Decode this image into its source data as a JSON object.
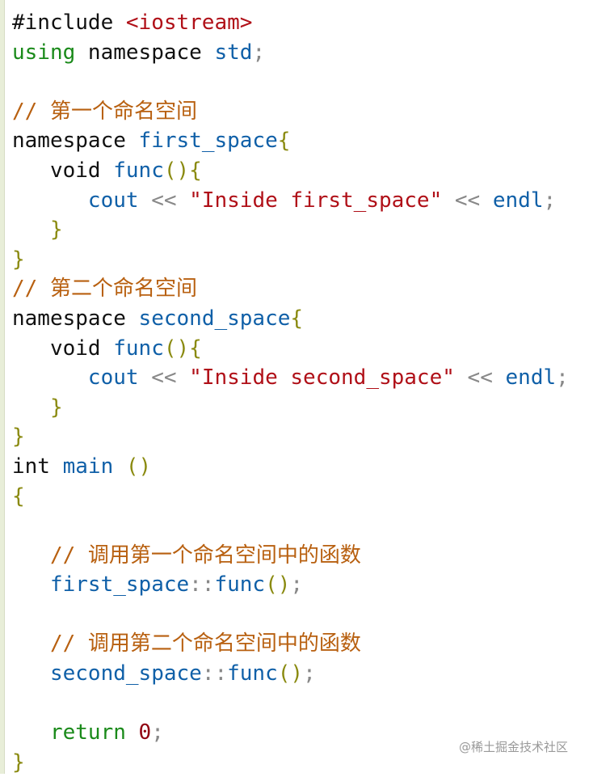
{
  "lines": [
    {
      "tokens": [
        {
          "c": "pl",
          "t": "#include "
        },
        {
          "c": "str",
          "t": "<iostream>"
        }
      ]
    },
    {
      "tokens": [
        {
          "c": "kw",
          "t": "using"
        },
        {
          "c": "pl",
          "t": " namespace "
        },
        {
          "c": "id",
          "t": "std"
        },
        {
          "c": "op",
          "t": ";"
        }
      ]
    },
    {
      "tokens": []
    },
    {
      "tokens": [
        {
          "c": "cm",
          "t": "// 第一个命名空间"
        }
      ]
    },
    {
      "tokens": [
        {
          "c": "pl",
          "t": "namespace "
        },
        {
          "c": "id",
          "t": "first_space"
        },
        {
          "c": "br",
          "t": "{"
        }
      ]
    },
    {
      "tokens": [
        {
          "c": "pl",
          "t": "   void "
        },
        {
          "c": "id",
          "t": "func"
        },
        {
          "c": "br",
          "t": "(){"
        }
      ]
    },
    {
      "tokens": [
        {
          "c": "pl",
          "t": "      "
        },
        {
          "c": "id",
          "t": "cout"
        },
        {
          "c": "op",
          "t": " << "
        },
        {
          "c": "str",
          "t": "\"Inside first_space\""
        },
        {
          "c": "op",
          "t": " << "
        },
        {
          "c": "id",
          "t": "endl"
        },
        {
          "c": "op",
          "t": ";"
        }
      ]
    },
    {
      "tokens": [
        {
          "c": "br",
          "t": "   }"
        }
      ]
    },
    {
      "tokens": [
        {
          "c": "br",
          "t": "}"
        }
      ]
    },
    {
      "tokens": [
        {
          "c": "cm",
          "t": "// 第二个命名空间"
        }
      ]
    },
    {
      "tokens": [
        {
          "c": "pl",
          "t": "namespace "
        },
        {
          "c": "id",
          "t": "second_space"
        },
        {
          "c": "br",
          "t": "{"
        }
      ]
    },
    {
      "tokens": [
        {
          "c": "pl",
          "t": "   void "
        },
        {
          "c": "id",
          "t": "func"
        },
        {
          "c": "br",
          "t": "(){"
        }
      ]
    },
    {
      "tokens": [
        {
          "c": "pl",
          "t": "      "
        },
        {
          "c": "id",
          "t": "cout"
        },
        {
          "c": "op",
          "t": " << "
        },
        {
          "c": "str",
          "t": "\"Inside second_space\""
        },
        {
          "c": "op",
          "t": " << "
        },
        {
          "c": "id",
          "t": "endl"
        },
        {
          "c": "op",
          "t": ";"
        }
      ]
    },
    {
      "tokens": [
        {
          "c": "br",
          "t": "   }"
        }
      ]
    },
    {
      "tokens": [
        {
          "c": "br",
          "t": "}"
        }
      ]
    },
    {
      "tokens": [
        {
          "c": "pl",
          "t": "int "
        },
        {
          "c": "id",
          "t": "main"
        },
        {
          "c": "br",
          "t": " ()"
        }
      ]
    },
    {
      "tokens": [
        {
          "c": "br",
          "t": "{"
        }
      ]
    },
    {
      "tokens": []
    },
    {
      "tokens": [
        {
          "c": "cm",
          "t": "   // 调用第一个命名空间中的函数"
        }
      ]
    },
    {
      "tokens": [
        {
          "c": "pl",
          "t": "   "
        },
        {
          "c": "id",
          "t": "first_space"
        },
        {
          "c": "op",
          "t": "::"
        },
        {
          "c": "id",
          "t": "func"
        },
        {
          "c": "br",
          "t": "()"
        },
        {
          "c": "op",
          "t": ";"
        }
      ]
    },
    {
      "tokens": []
    },
    {
      "tokens": [
        {
          "c": "cm",
          "t": "   // 调用第二个命名空间中的函数"
        }
      ]
    },
    {
      "tokens": [
        {
          "c": "pl",
          "t": "   "
        },
        {
          "c": "id",
          "t": "second_space"
        },
        {
          "c": "op",
          "t": "::"
        },
        {
          "c": "id",
          "t": "func"
        },
        {
          "c": "br",
          "t": "()"
        },
        {
          "c": "op",
          "t": ";"
        }
      ]
    },
    {
      "tokens": []
    },
    {
      "tokens": [
        {
          "c": "pl",
          "t": "   "
        },
        {
          "c": "kw",
          "t": "return"
        },
        {
          "c": "pl",
          "t": " "
        },
        {
          "c": "num",
          "t": "0"
        },
        {
          "c": "op",
          "t": ";"
        }
      ]
    },
    {
      "tokens": [
        {
          "c": "br",
          "t": "}"
        }
      ]
    }
  ],
  "watermark": "@稀土掘金技术社区",
  "colors": {
    "keyword": "#1a8a1a",
    "identifier": "#1060a8",
    "string": "#b01018",
    "comment": "#b86010",
    "bracket": "#8a8a10",
    "number": "#900010"
  }
}
